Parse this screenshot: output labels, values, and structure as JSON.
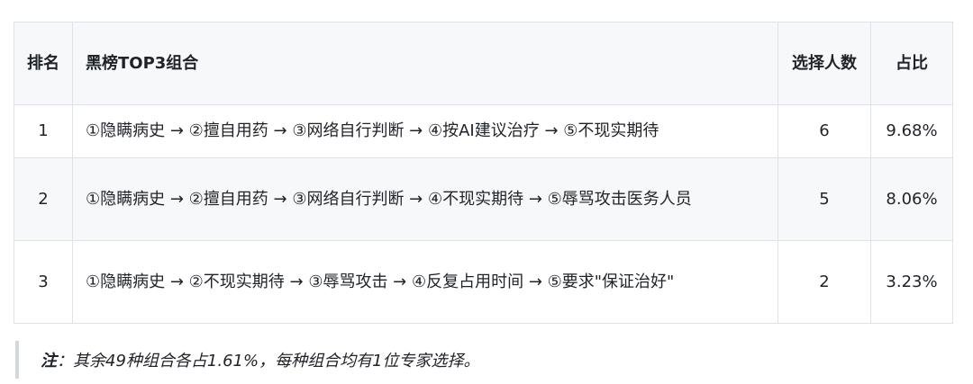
{
  "table": {
    "headers": {
      "rank": "排名",
      "combo": "黑榜TOP3组合",
      "count": "选择人数",
      "ratio": "占比"
    },
    "rows": [
      {
        "rank": "1",
        "combo": "①隐瞒病史 → ②擅自用药 → ③网络自行判断 → ④按AI建议治疗 → ⑤不现实期待",
        "count": "6",
        "ratio": "9.68%"
      },
      {
        "rank": "2",
        "combo": "①隐瞒病史 → ②擅自用药 → ③网络自行判断 → ④不现实期待 → ⑤辱骂攻击医务人员",
        "count": "5",
        "ratio": "8.06%"
      },
      {
        "rank": "3",
        "combo": "①隐瞒病史 → ②不现实期待 → ③辱骂攻击 → ④反复占用时间 → ⑤要求\"保证治好\"",
        "count": "2",
        "ratio": "3.23%"
      }
    ]
  },
  "note": {
    "label": "注",
    "separator": "：",
    "text": "其余49种组合各占1.61%，每种组合均有1位专家选择。"
  }
}
